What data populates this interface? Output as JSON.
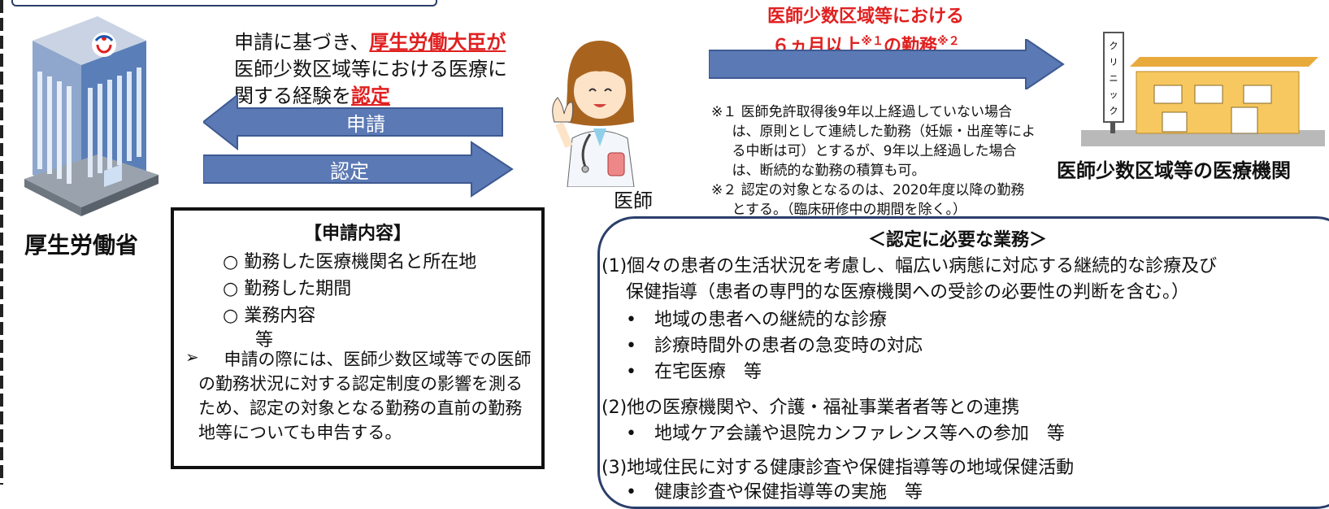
{
  "ministry": {
    "label": "厚生労働省"
  },
  "request_text": {
    "line1_pre": "申請に基づき、",
    "line1_red": "厚生労働大臣が",
    "line2": "医師少数区域等における医療に",
    "line3_pre": "関する経験を",
    "line3_red": "認定"
  },
  "arrows": {
    "apply": "申請",
    "certify": "認定"
  },
  "application_content": {
    "title": "【申請内容】",
    "items": [
      "○ 勤務した医療機関名と所在地",
      "○ 勤務した期間",
      "○ 業務内容",
      "等"
    ],
    "note_marker": "➢",
    "note": "申請の際には、医師少数区域等での医師の勤務状況に対する認定制度の影響を測るため、認定の対象となる勤務の直前の勤務地等についても申告する。"
  },
  "doctor": {
    "label": "医師"
  },
  "duty": {
    "line1": "医師少数区域等における",
    "line2_pre": "６ヵ月以上",
    "line2_sup1": "※１",
    "line2_mid": "の勤務",
    "line2_sup2": "※２"
  },
  "notes": [
    "※１ 医師免許取得後9年以上経過していない場合は、原則として連続した勤務（妊娠・出産等による中断は可）とするが、9年以上経過した場合は、断続的な勤務の積算も可。",
    "※２ 認定の対象となるのは、2020年度以降の勤務とする。（臨床研修中の期間を除く。）"
  ],
  "institution": {
    "label": "医師少数区域等の医療機関",
    "sign": "クリニック"
  },
  "required_work": {
    "title": "＜認定に必要な業務＞",
    "s1": "(1)個々の患者の生活状況を考慮し、幅広い病態に対応する継続的な診療及び",
    "s1b": "保健指導（患者の専門的な医療機関への受診の必要性の判断を含む。）",
    "s1_items": [
      "地域の患者への継続的な診療",
      "診療時間外の患者の急変時の対応",
      "在宅医療　等"
    ],
    "s2": "(2)他の医療機関や、介護・福祉事業者者等との連携",
    "s2_items": [
      "地域ケア会議や退院カンファレンス等への参加　等"
    ],
    "s3": "(3)地域住民に対する健康診査や保健指導等の地域保健活動",
    "s3_items": [
      "健康診査や保健指導等の実施　等"
    ]
  }
}
